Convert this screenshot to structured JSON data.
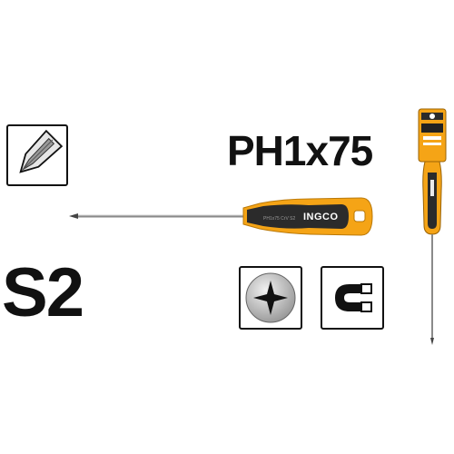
{
  "product": {
    "model": "PH1x75",
    "material": "S2",
    "brand": "INGCO",
    "handle_text": "PH1x75 CrV S2"
  },
  "icons": {
    "tip": "phillips-tip-closeup-icon",
    "phillips": "phillips-recess-icon",
    "magnet": "magnetic-tip-icon"
  },
  "colors": {
    "accent": "#F5A416",
    "handle_dark": "#2B2B2B",
    "text": "#111111"
  }
}
